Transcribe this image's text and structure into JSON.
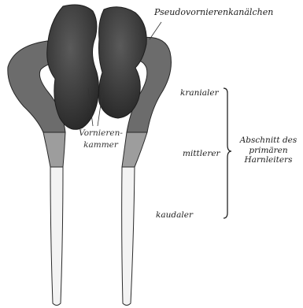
{
  "labels": {
    "pseudovornierenkanaelchen": "Pseudovornierenkanälchen",
    "vornierenkammer_line1": "Vornieren-",
    "vornierenkammer_line2": "kammer",
    "kranialer": "kranialer",
    "mittlerer": "mittlerer",
    "kaudaler": "kaudaler",
    "abschnitt_line1": "Abschnitt des",
    "abschnitt_line2": "primären",
    "abschnitt_line3": "Harnleiters"
  },
  "colors": {
    "kidney_dark": "#3b3b3b",
    "cranial_duct": "#6e6e6e",
    "middle_duct": "#9a9a9a",
    "caudal_duct": "#f2f2f2",
    "outline": "#222222"
  }
}
